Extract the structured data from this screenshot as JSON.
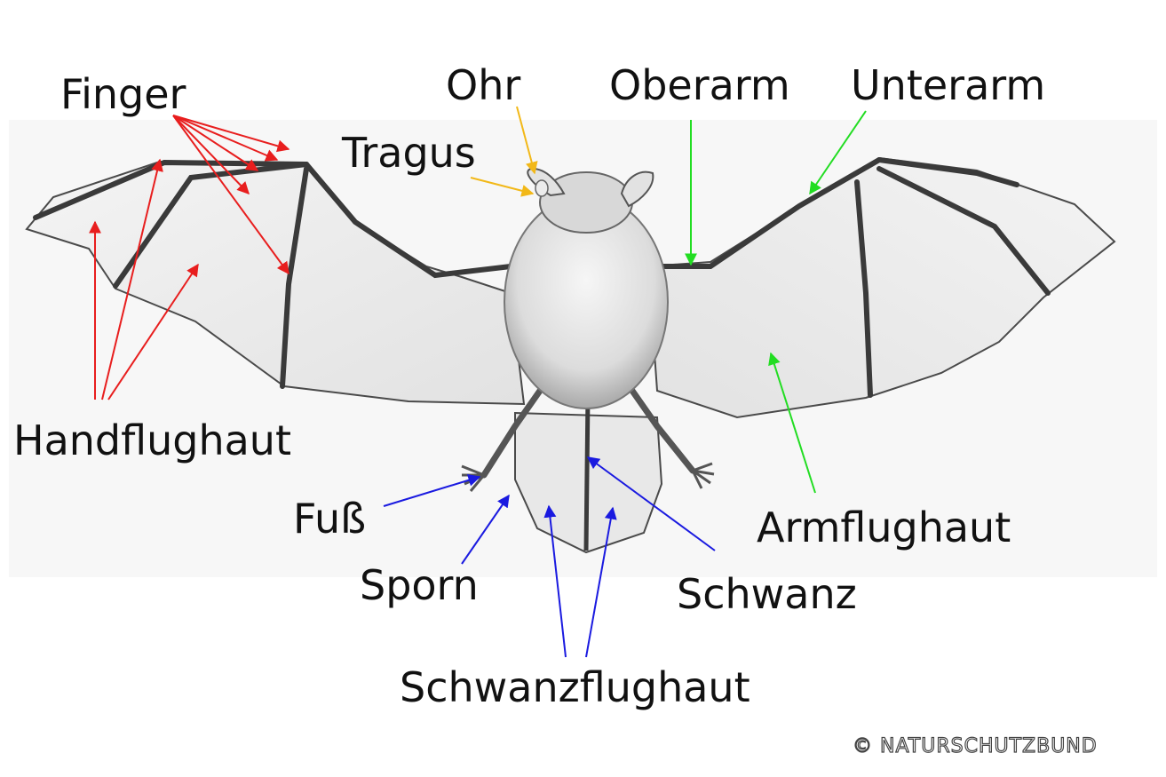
{
  "labels": {
    "finger": "Finger",
    "ohr": "Ohr",
    "oberarm": "Oberarm",
    "unterarm": "Unterarm",
    "tragus": "Tragus",
    "handflughaut": "Handflughaut",
    "fuss": "Fuß",
    "sporn": "Sporn",
    "armflughaut": "Armflughaut",
    "schwanz": "Schwanz",
    "schwanzflughaut": "Schwanzflughaut"
  },
  "copyright": "© NATURSCHUTZBUND",
  "colors": {
    "finger_and_handflughaut_arrows": "#e81e1e",
    "ear_arrows": "#f2b818",
    "arm_arrows": "#22dd22",
    "leg_and_tail_arrows": "#1a1ae0"
  }
}
